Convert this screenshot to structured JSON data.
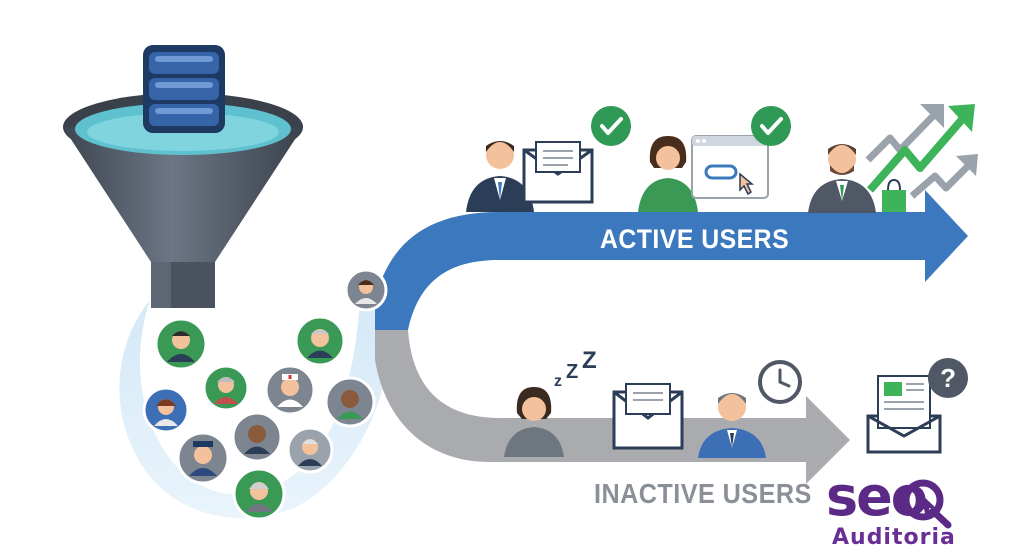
{
  "labels": {
    "active": "ACTIVE USERS",
    "inactive": "INACTIVE USERS",
    "sleep": "zZZ",
    "question": "?"
  },
  "logo": {
    "brand": "seo",
    "subtitle": "Auditoria"
  },
  "icons": [
    "database-icon",
    "funnel-icon",
    "envelope-icon",
    "check-icon",
    "browser-click-icon",
    "trend-up-icon",
    "shopping-bag-icon",
    "sleep-icon",
    "clock-icon",
    "document-envelope-icon",
    "question-icon",
    "person-icon"
  ],
  "colors": {
    "active_arrow": "#3c78bd",
    "inactive_arrow": "#a9abae",
    "check_green": "#2e9a55",
    "trend_green": "#3db35a",
    "trend_gray": "#9aa2ab",
    "funnel": "#4f5864",
    "database": "#3565a8",
    "logo_purple": "#5b2a86"
  }
}
